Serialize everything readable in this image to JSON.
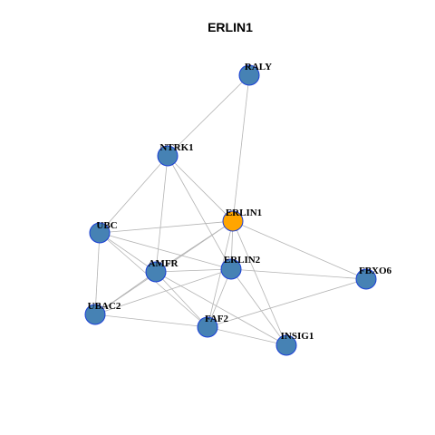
{
  "title": "ERLIN1",
  "colors": {
    "node_fill": "#4682b4",
    "node_stroke": "#1a3fd6",
    "focus_fill": "#ffa500",
    "edge": "#b3b3b3",
    "text": "#000000"
  },
  "nodes": [
    {
      "id": "RALY",
      "label": "RALY",
      "focus": false
    },
    {
      "id": "NTRK1",
      "label": "NTRK1",
      "focus": false
    },
    {
      "id": "ERLIN1",
      "label": "ERLIN1",
      "focus": true
    },
    {
      "id": "UBC",
      "label": "UBC",
      "focus": false
    },
    {
      "id": "AMFR",
      "label": "AMFR",
      "focus": false
    },
    {
      "id": "ERLIN2",
      "label": "ERLIN2",
      "focus": false
    },
    {
      "id": "FBXO6",
      "label": "FBXO6",
      "focus": false
    },
    {
      "id": "UBAC2",
      "label": "UBAC2",
      "focus": false
    },
    {
      "id": "FAF2",
      "label": "FAF2",
      "focus": false
    },
    {
      "id": "INSIG1",
      "label": "INSIG1",
      "focus": false
    }
  ],
  "edges": [
    [
      "RALY",
      "NTRK1"
    ],
    [
      "RALY",
      "ERLIN1"
    ],
    [
      "NTRK1",
      "UBC"
    ],
    [
      "NTRK1",
      "ERLIN1"
    ],
    [
      "NTRK1",
      "AMFR"
    ],
    [
      "NTRK1",
      "ERLIN2"
    ],
    [
      "UBC",
      "ERLIN1"
    ],
    [
      "UBC",
      "AMFR"
    ],
    [
      "UBC",
      "UBAC2"
    ],
    [
      "UBC",
      "FAF2"
    ],
    [
      "UBC",
      "ERLIN2"
    ],
    [
      "ERLIN1",
      "AMFR"
    ],
    [
      "ERLIN1",
      "ERLIN2"
    ],
    [
      "ERLIN1",
      "FBXO6"
    ],
    [
      "ERLIN1",
      "UBAC2"
    ],
    [
      "ERLIN1",
      "FAF2"
    ],
    [
      "ERLIN1",
      "INSIG1"
    ],
    [
      "AMFR",
      "ERLIN2"
    ],
    [
      "AMFR",
      "UBAC2"
    ],
    [
      "AMFR",
      "FAF2"
    ],
    [
      "AMFR",
      "INSIG1"
    ],
    [
      "ERLIN2",
      "FBXO6"
    ],
    [
      "ERLIN2",
      "UBAC2"
    ],
    [
      "ERLIN2",
      "FAF2"
    ],
    [
      "ERLIN2",
      "INSIG1"
    ],
    [
      "FBXO6",
      "FAF2"
    ],
    [
      "UBAC2",
      "FAF2"
    ],
    [
      "FAF2",
      "INSIG1"
    ]
  ]
}
